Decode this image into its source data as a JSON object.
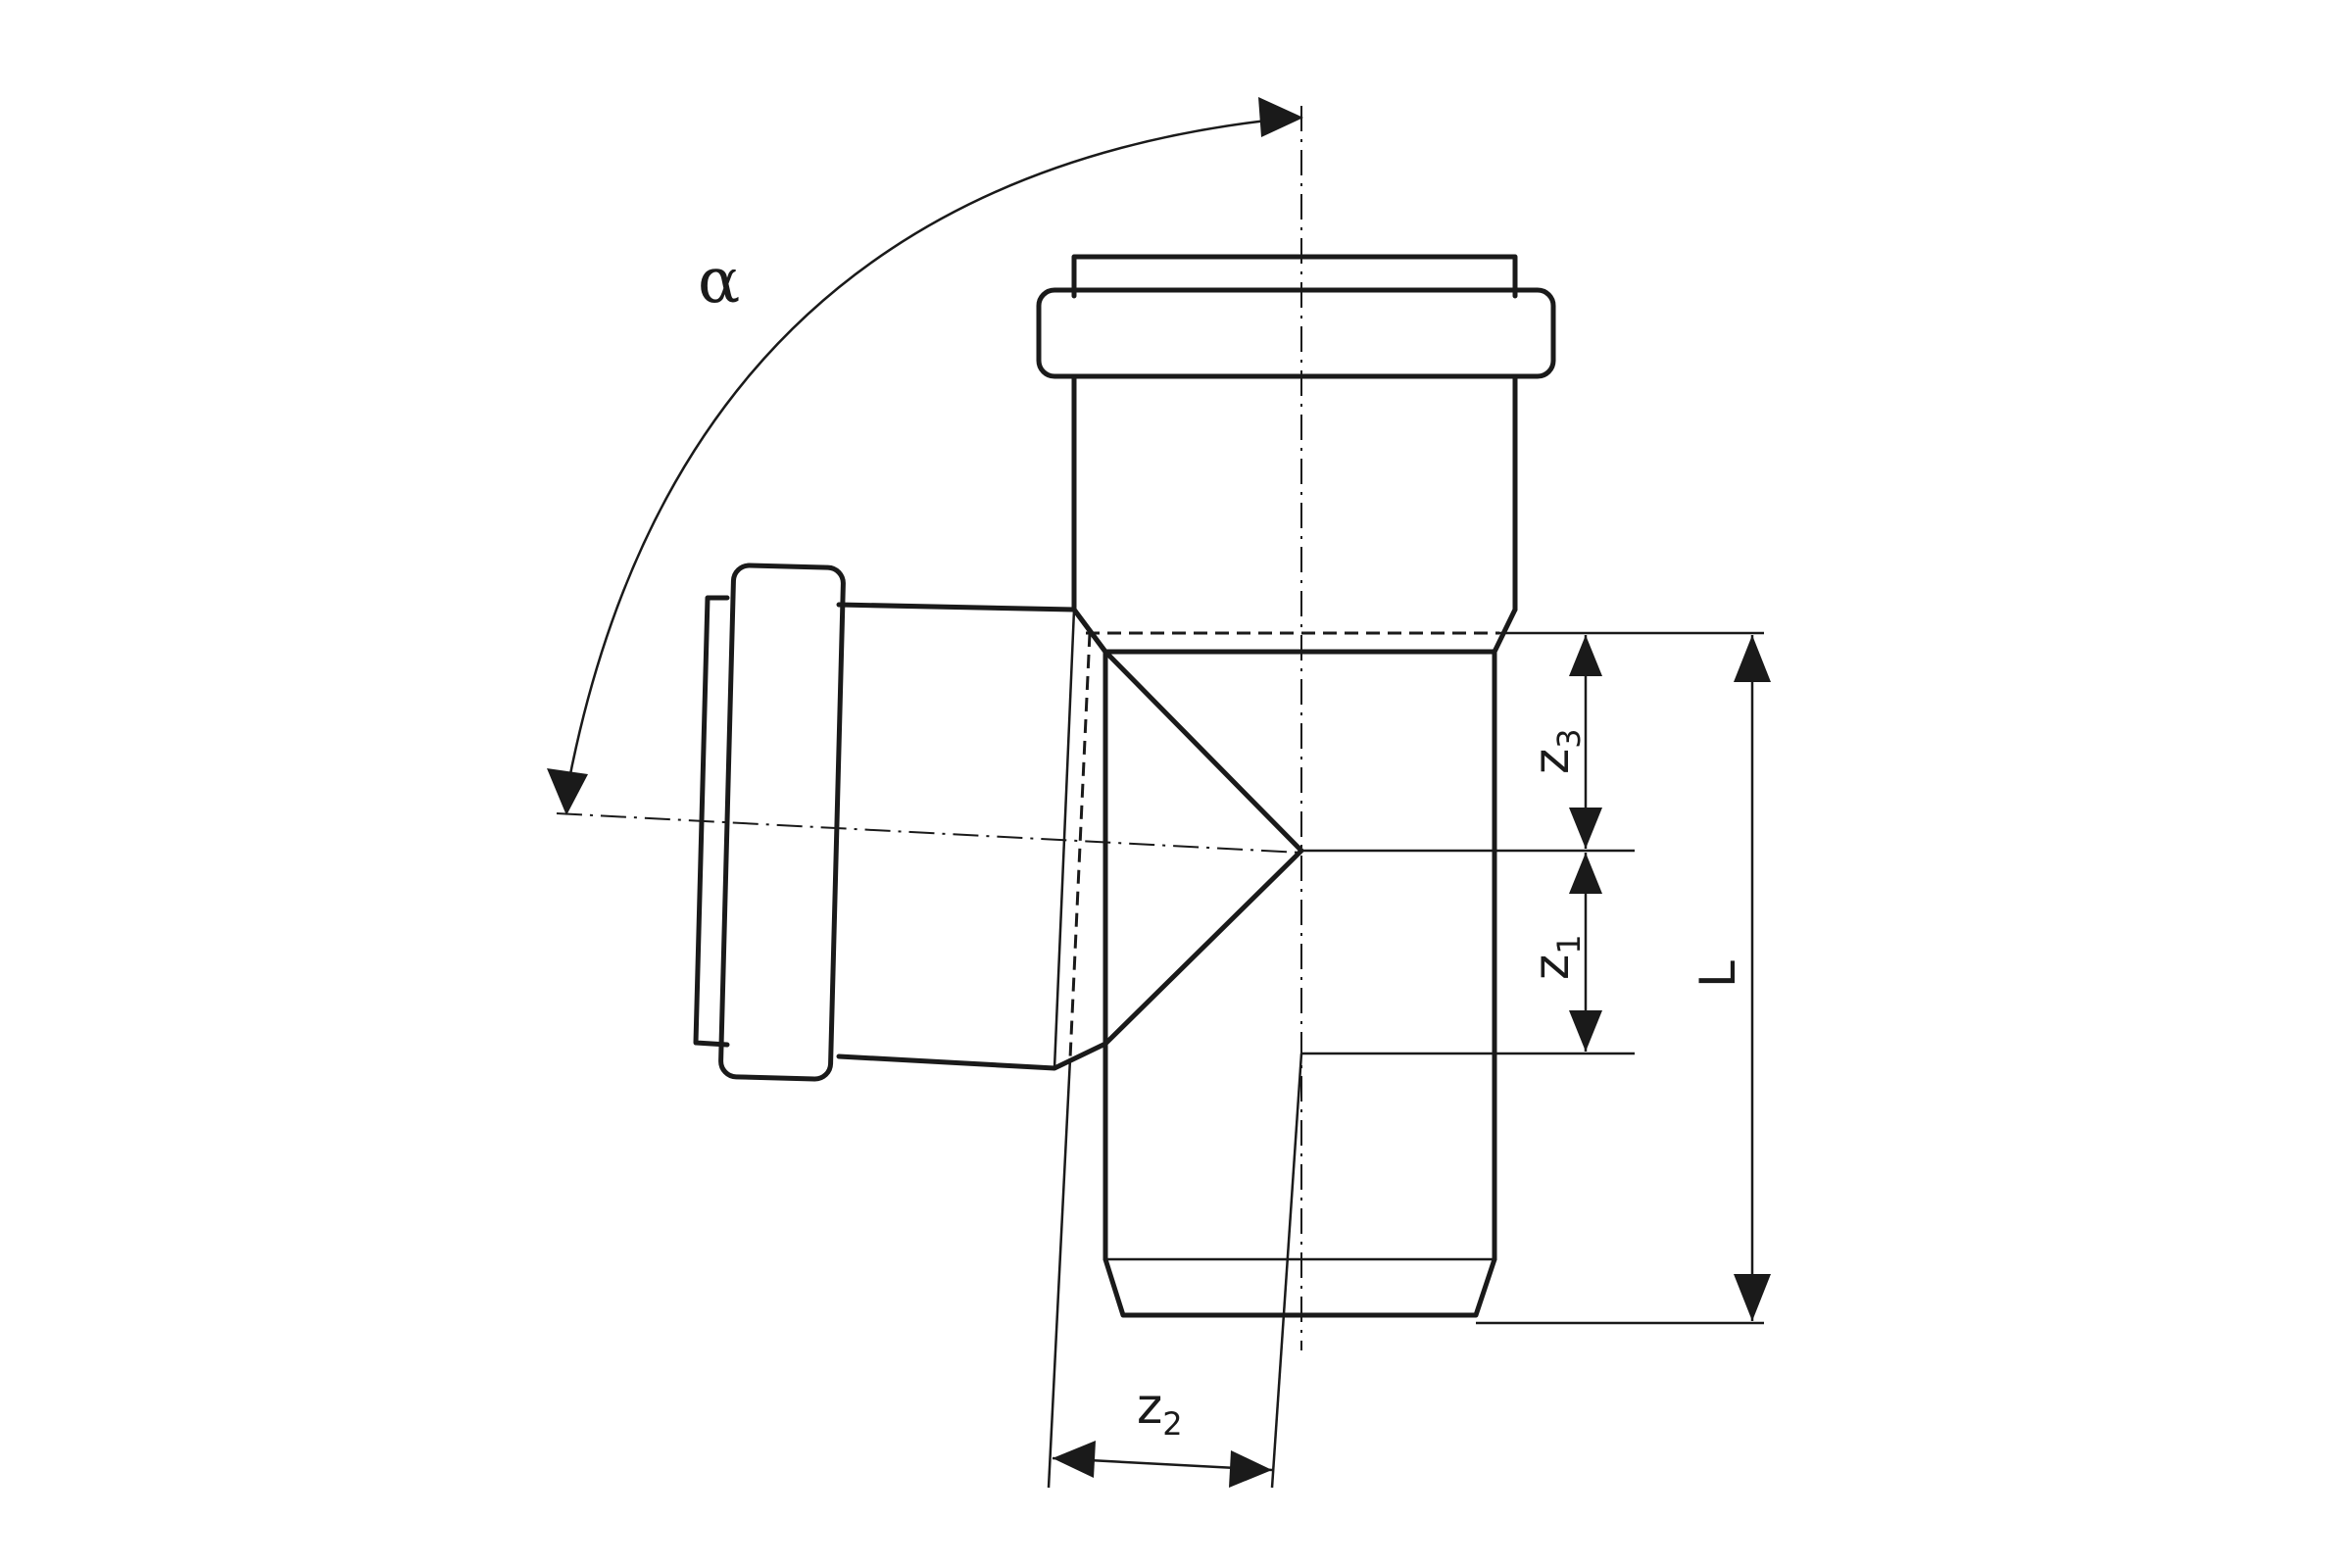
{
  "labels": {
    "alpha": "α",
    "z3": {
      "main": "z",
      "sub": "3"
    },
    "z1": {
      "main": "z",
      "sub": "1"
    },
    "z2": {
      "main": "z",
      "sub": "2"
    },
    "L": "L"
  },
  "colors": {
    "line": "#1a1a1a",
    "background": "#ffffff"
  }
}
